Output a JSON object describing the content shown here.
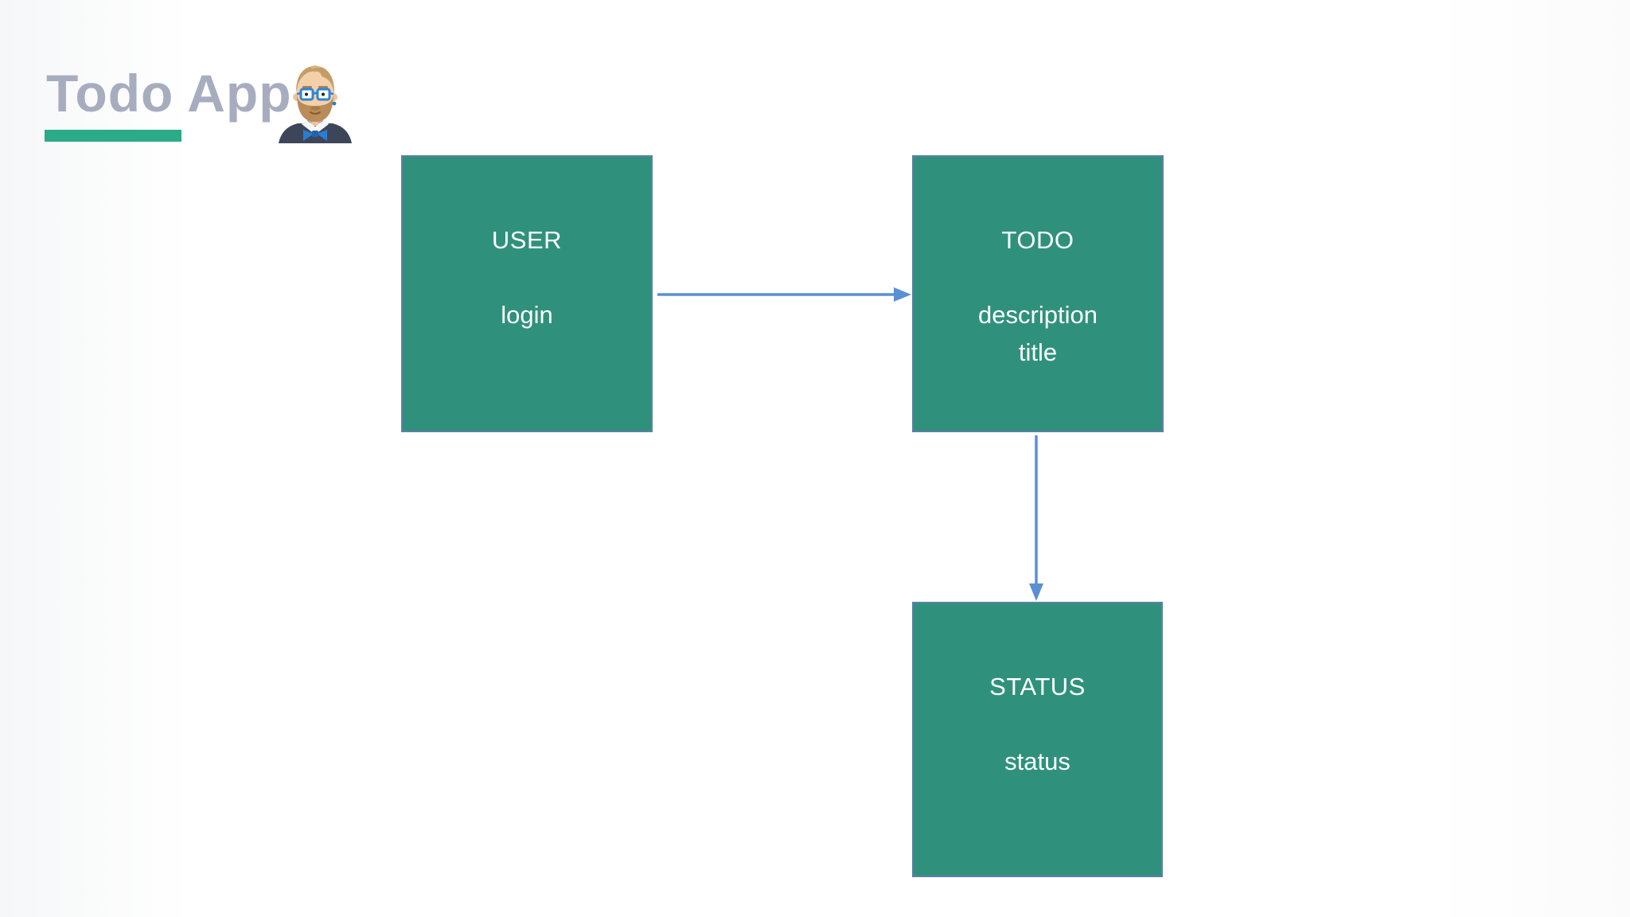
{
  "header": {
    "title": "Todo App",
    "avatar": "bearded-developer-with-blue-glasses-and-bow-tie"
  },
  "colors": {
    "entity_fill": "#2F917C",
    "entity_border": "#5D80A8",
    "arrow": "#5B8FD4",
    "title_text": "#A7ADBF",
    "title_underline": "#2BAB87",
    "entity_text": "#FFFFFF"
  },
  "diagram": {
    "entities": [
      {
        "name": "USER",
        "attributes": [
          "login"
        ]
      },
      {
        "name": "TODO",
        "attributes": [
          "description",
          "title"
        ]
      },
      {
        "name": "STATUS",
        "attributes": [
          "status"
        ]
      }
    ],
    "relations": [
      {
        "from": "USER",
        "to": "TODO",
        "direction": "right"
      },
      {
        "from": "TODO",
        "to": "STATUS",
        "direction": "down"
      }
    ]
  }
}
